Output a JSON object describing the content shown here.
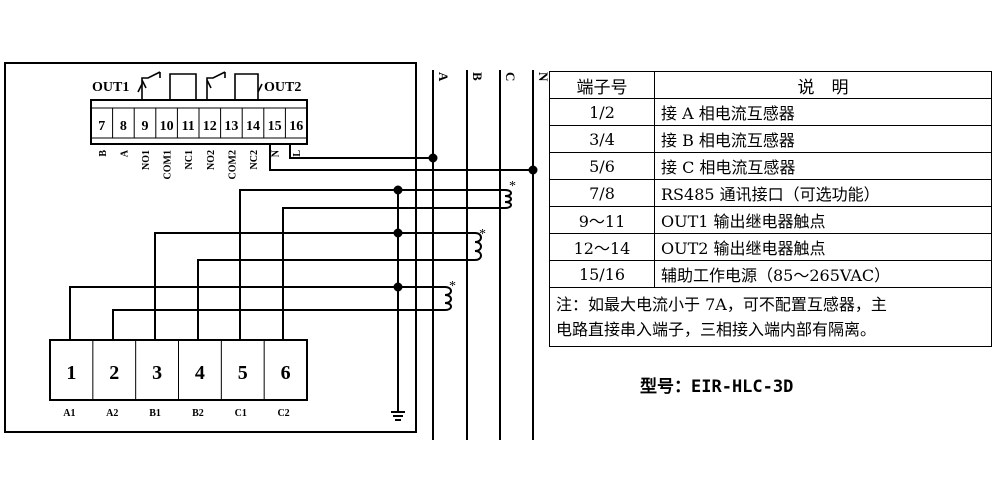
{
  "diagram": {
    "relays": {
      "out1": "OUT1",
      "out2": "OUT2"
    },
    "top_terminals": [
      "7",
      "8",
      "9",
      "10",
      "11",
      "12",
      "13",
      "14",
      "15",
      "16"
    ],
    "top_labels": [
      "B",
      "A",
      "NO1",
      "COM1",
      "NC1",
      "NO2",
      "COM2",
      "NC2",
      "N",
      "L"
    ],
    "bottom_terminals": [
      "1",
      "2",
      "3",
      "4",
      "5",
      "6"
    ],
    "bottom_labels": [
      "A1",
      "A2",
      "B1",
      "B2",
      "C1",
      "C2"
    ],
    "phases": [
      "A",
      "B",
      "C",
      "N"
    ],
    "polarity_mark": "*"
  },
  "table": {
    "header": {
      "term": "端子号",
      "desc": "说　明"
    },
    "rows": [
      {
        "term": "1/2",
        "desc": "接 A 相电流互感器"
      },
      {
        "term": "3/4",
        "desc": "接 B 相电流互感器"
      },
      {
        "term": "5/6",
        "desc": "接 C 相电流互感器"
      },
      {
        "term": "7/8",
        "desc": "RS485 通讯接口（可选功能）"
      },
      {
        "term": "9～11",
        "desc": "OUT1 输出继电器触点"
      },
      {
        "term": "12～14",
        "desc": "OUT2 输出继电器触点"
      },
      {
        "term": "15/16",
        "desc": "辅助工作电源（85～265VAC）"
      }
    ],
    "note_line1": "注：如最大电流小于 7A，可不配置互感器，主",
    "note_line2": "电路直接串入端子，三相接入端内部有隔离。"
  },
  "model": {
    "label": "型号：",
    "value": "EIR-HLC-3D"
  }
}
